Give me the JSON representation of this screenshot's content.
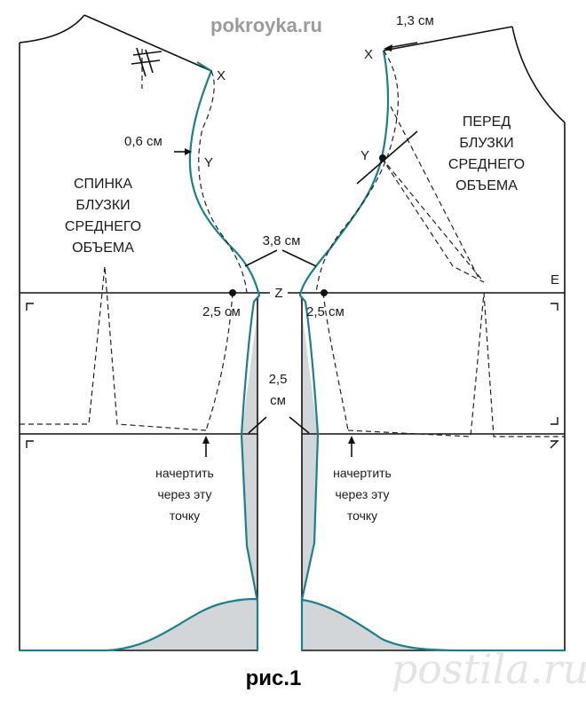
{
  "site_watermark": "pokroyka.ru",
  "footer_watermark": "postila.ru",
  "caption": "рис.1",
  "back_title": [
    "СПИНКА",
    "БЛУЗКИ",
    "СРЕДНЕГО",
    "ОБЪЕМА"
  ],
  "front_title": [
    "ПЕРЕД",
    "БЛУЗКИ",
    "СРЕДНЕГО",
    "ОБЪЕМА"
  ],
  "points": {
    "x": "X",
    "y": "Y",
    "z": "Z",
    "e": "E"
  },
  "measurements": {
    "shoulder_front": "1,3 см",
    "armhole_back": "0,6 см",
    "armhole_between": "3,8 см",
    "side_back": "2,5 см",
    "side_front": "2,5 см",
    "waist_value": "2,5",
    "waist_unit": "см"
  },
  "instruction": [
    "начертить",
    "через эту",
    "точку"
  ],
  "colors": {
    "line": "#111111",
    "teal_line": "#1b7f8c",
    "shade": "#d3d6d8"
  }
}
